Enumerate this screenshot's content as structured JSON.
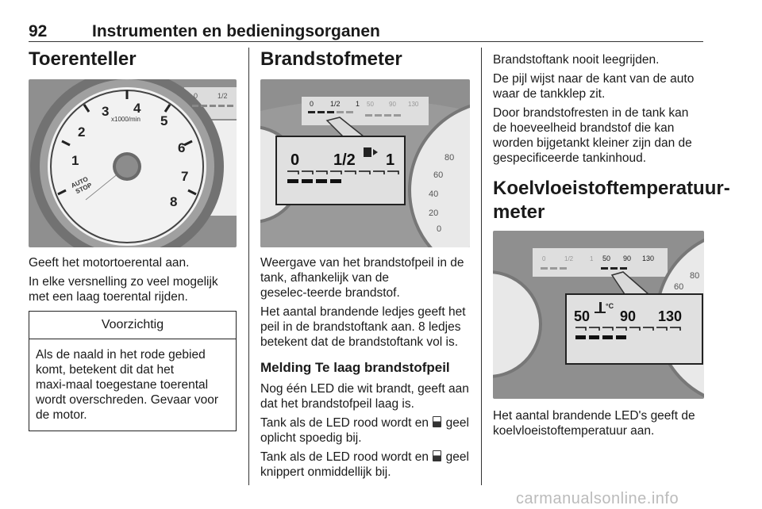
{
  "header": {
    "page_number": "92",
    "title": "Instrumenten en bedieningsorganen"
  },
  "col1": {
    "heading": "Toerenteller",
    "figure": {
      "tick_labels": [
        "1",
        "2",
        "3",
        "4",
        "5",
        "6",
        "7",
        "8"
      ],
      "unit": "x1000/min",
      "badge_line1": "AUTO",
      "badge_line2": "STOP",
      "corner_labels": [
        "0",
        "1/2"
      ]
    },
    "para1": "Geeft het motortoerental aan.",
    "para2": "In elke versnelling zo veel mogelijk met een laag toerental rijden.",
    "warning": {
      "title": "Voorzichtig",
      "body": "Als de naald in het rode gebied komt, betekent dit dat het maxi‑maal toegestane toerental wordt overschreden. Gevaar voor de motor."
    }
  },
  "col2": {
    "heading": "Brandstofmeter",
    "figure": {
      "top_labels": [
        "0",
        "1/2",
        "1",
        "50",
        "90",
        "130"
      ],
      "zoom_labels": [
        "0",
        "1/2",
        "1"
      ],
      "speed_labels": [
        "80",
        "60",
        "40",
        "20",
        "0"
      ]
    },
    "para1": "Weergave van het brandstofpeil in de tank, afhankelijk van de geselec‑teerde brandstof.",
    "para2": "Het aantal brandende ledjes geeft het peil in de brandstoftank aan. 8 ledjes betekent dat de brandstoftank vol is.",
    "subheading": "Melding Te laag brandstofpeil",
    "para3": "Nog één LED die wit brandt, geeft aan dat het brandstofpeil laag is.",
    "para4_a": "Tank als de LED rood wordt en",
    "para4_b": "geel oplicht spoedig bij.",
    "para5_a": "Tank als de LED rood wordt en",
    "para5_b": "geel knippert onmiddellijk bij."
  },
  "col3": {
    "para1": "Brandstoftank nooit leegrijden.",
    "para2": "De pijl wijst naar de kant van de auto waar de tankklep zit.",
    "para3": "Door brandstofresten in de tank kan de hoeveelheid brandstof die kan worden bijgetankt kleiner zijn dan de gespecificeerde tankinhoud.",
    "heading_line1": "Koelvloeistoftemperatuur-",
    "heading_line2": "meter",
    "figure": {
      "top_labels": [
        "0",
        "1/2",
        "1",
        "50",
        "90",
        "130"
      ],
      "zoom_labels": [
        "50",
        "90",
        "130"
      ],
      "unit": "°C",
      "speed_labels": [
        "60",
        "80"
      ]
    },
    "para4": "Het aantal brandende LED's geeft de koelvloeistoftemperatuur aan."
  },
  "watermark": "carmanualsonline.info"
}
